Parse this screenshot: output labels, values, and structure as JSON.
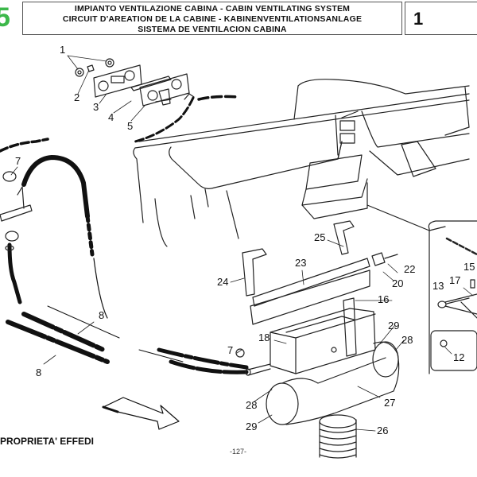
{
  "header": {
    "section_number": "5",
    "title_lines": [
      "IMPIANTO VENTILAZIONE CABINA - CABIN VENTILATING SYSTEM",
      "CIRCUIT D'AREATION DE LA CABINE - KABINENVENTILATIONSANLAGE",
      "SISTEMA DE VENTILACION CABINA"
    ],
    "page_ref": "1"
  },
  "callouts": [
    "1",
    "2",
    "3",
    "4",
    "5",
    "7",
    "7",
    "8",
    "8",
    "12",
    "13",
    "15",
    "16",
    "17",
    "18",
    "20",
    "22",
    "23",
    "24",
    "25",
    "26",
    "27",
    "28",
    "28",
    "29",
    "29"
  ],
  "footer": {
    "ownership": "PROPRIETA' EFFEDI",
    "page_number": "-127-"
  },
  "icons": {
    "direction_arrow": "arrow-right-icon"
  }
}
